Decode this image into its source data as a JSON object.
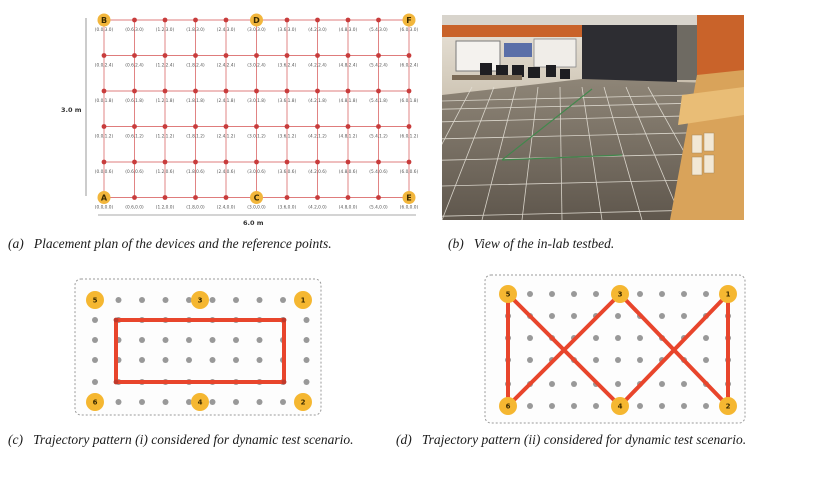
{
  "panel_a": {
    "caption_tag": "(a)",
    "caption_text": "Placement plan of the devices and the reference points.",
    "width_label": "6.0 m",
    "height_label": "3.0 m",
    "anchors": [
      {
        "letter": "B",
        "label": "(0.0,3.0)"
      },
      {
        "letter": "D",
        "label": "(3.0,3.0)"
      },
      {
        "letter": "F",
        "label": "(6.0,3.0)"
      },
      {
        "letter": "A",
        "label": "(0.0,0.0)"
      },
      {
        "letter": "C",
        "label": "(3.0,0.0)"
      },
      {
        "letter": "E",
        "label": "(6.0,0.0)"
      }
    ],
    "rows": [
      [
        "(0.0,3.0)",
        "(0.6,3.0)",
        "(1.2,3.0)",
        "(1.8,3.0)",
        "(2.4,3.0)",
        "(3.0,3.0)",
        "(3.6,3.0)",
        "(4.2,3.0)",
        "(4.8,3.0)",
        "(5.4,3.0)",
        "(6.0,3.0)"
      ],
      [
        "(0.0,2.4)",
        "(0.6,2.4)",
        "(1.2,2.4)",
        "(1.8,2.4)",
        "(2.4,2.4)",
        "(3.0,2.4)",
        "(3.6,2.4)",
        "(4.2,2.4)",
        "(4.8,2.4)",
        "(5.4,2.4)",
        "(6.0,2.4)"
      ],
      [
        "(0.0,1.8)",
        "(0.6,1.8)",
        "(1.2,1.8)",
        "(1.8,1.8)",
        "(2.4,1.8)",
        "(3.0,1.8)",
        "(3.6,1.8)",
        "(4.2,1.8)",
        "(4.8,1.8)",
        "(5.4,1.8)",
        "(6.0,1.8)"
      ],
      [
        "(0.0,1.2)",
        "(0.6,1.2)",
        "(1.2,1.2)",
        "(1.8,1.2)",
        "(2.4,1.2)",
        "(3.0,1.2)",
        "(3.6,1.2)",
        "(4.2,1.2)",
        "(4.8,1.2)",
        "(5.4,1.2)",
        "(6.0,1.2)"
      ],
      [
        "(0.0,0.6)",
        "(0.6,0.6)",
        "(1.2,0.6)",
        "(1.8,0.6)",
        "(2.4,0.6)",
        "(3.0,0.6)",
        "(3.6,0.6)",
        "(4.2,0.6)",
        "(4.8,0.6)",
        "(5.4,0.6)",
        "(6.0,0.6)"
      ],
      [
        "(0.0,0.0)",
        "(0.6,0.0)",
        "(1.2,0.0)",
        "(1.8,0.0)",
        "(2.4,0.0)",
        "(3.0,0.0)",
        "(3.6,0.0)",
        "(4.2,0.0)",
        "(4.8,0.0)",
        "(5.4,0.0)",
        "(6.0,0.0)"
      ]
    ],
    "colors": {
      "grid_line": "#d45050",
      "point": "#c83c3c",
      "anchor": "#f2b63c"
    }
  },
  "panel_b": {
    "caption_tag": "(b)",
    "caption_text": "View of the in-lab testbed."
  },
  "panel_c": {
    "caption_tag": "(c)",
    "caption_text": "Trajectory pattern (i) considered for dynamic test scenario.",
    "nodes": [
      "5",
      "3",
      "1",
      "6",
      "4",
      "2"
    ]
  },
  "panel_d": {
    "caption_tag": "(d)",
    "caption_text": "Trajectory pattern (ii) considered for dynamic test scenario.",
    "nodes": [
      "5",
      "3",
      "1",
      "6",
      "4",
      "2"
    ]
  },
  "colors": {
    "trajectory": "#e8452c",
    "node": "#f5b731",
    "dot": "#999999",
    "border": "#9a9a9a"
  }
}
